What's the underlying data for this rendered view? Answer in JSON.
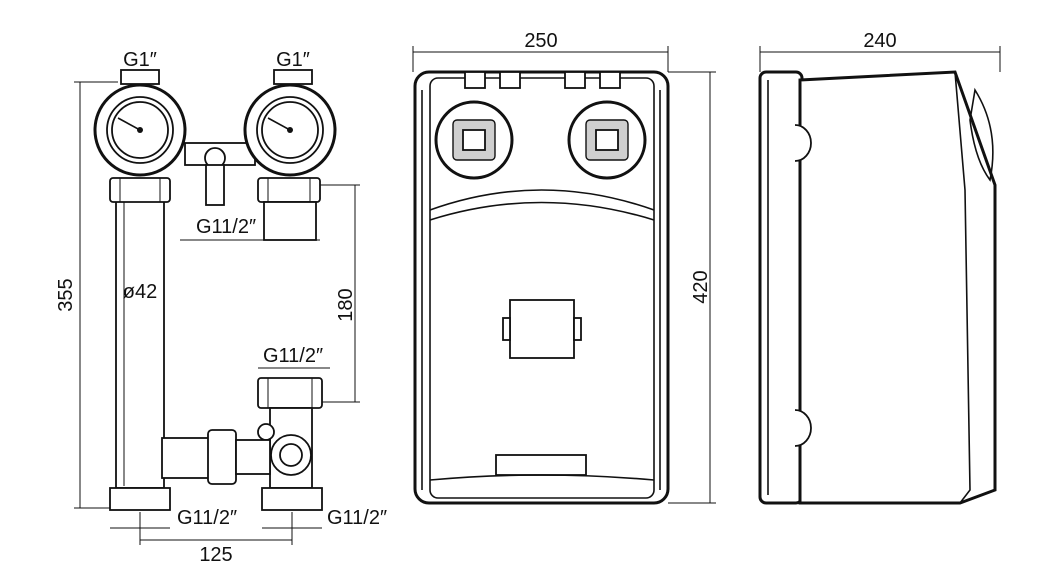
{
  "pump_group": {
    "top_left_connection": "G1″",
    "top_right_connection": "G1″",
    "side_outlet_connection": "G11/2″",
    "height_dimension": "355",
    "pipe_diameter": "ø42",
    "port_spacing_dimension": "180",
    "lower_right_top_connection": "G11/2″",
    "bottom_left_connection": "G11/2″",
    "bottom_right_connection": "G11/2″",
    "center_distance_dimension": "125"
  },
  "front_view": {
    "width_dimension": "250",
    "height_dimension": "420"
  },
  "side_view": {
    "depth_dimension": "240"
  }
}
